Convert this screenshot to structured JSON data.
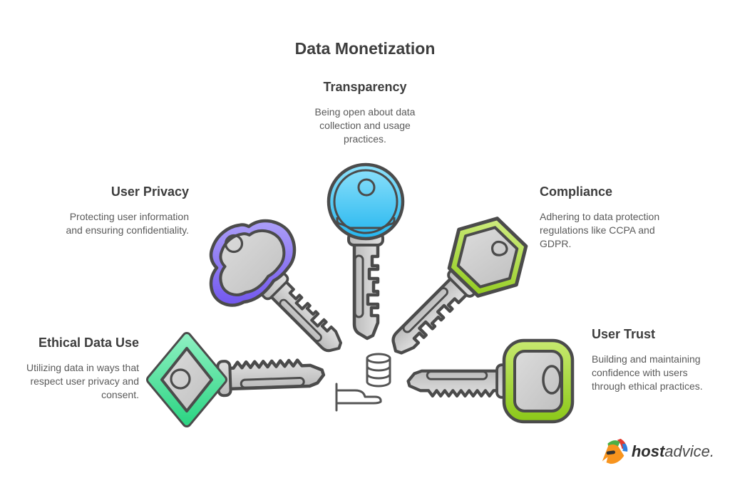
{
  "title": "Data Monetization",
  "sections": {
    "transparency": {
      "label": "Transparency",
      "description": "Being open about data collection and usage practices.",
      "key_color": "#3BC2F2",
      "key_shape": "round-head-key"
    },
    "user_privacy": {
      "label": "User Privacy",
      "description": "Protecting user information and ensuring confidentiality.",
      "key_color": "#8673F2",
      "key_shape": "cloud-head-key"
    },
    "compliance": {
      "label": "Compliance",
      "description": "Adhering to data protection regulations like CCPA and GDPR.",
      "key_color": "#A6D832",
      "key_shape": "hexagon-head-key"
    },
    "ethical_data_use": {
      "label": "Ethical Data Use",
      "description": "Utilizing data in ways that respect user privacy and consent.",
      "key_color": "#46DD97",
      "key_shape": "diamond-head-key"
    },
    "user_trust": {
      "label": "User Trust",
      "description": "Building and maintaining confidence with users through ethical practices.",
      "key_color": "#96CE23",
      "key_shape": "rounded-square-head-key"
    }
  },
  "center_icons": [
    "database-cylinder-icon",
    "giving-hand-icon"
  ],
  "branding": {
    "name_bold": "host",
    "name_rest": "advice.",
    "mascot": "fox-mascot-icon"
  },
  "palette": {
    "outline": "#4b4b4b",
    "heading_text": "#3d3d3d",
    "body_text": "#5a5a5a",
    "metal_gray": "#cccccc",
    "background": "#ffffff"
  }
}
